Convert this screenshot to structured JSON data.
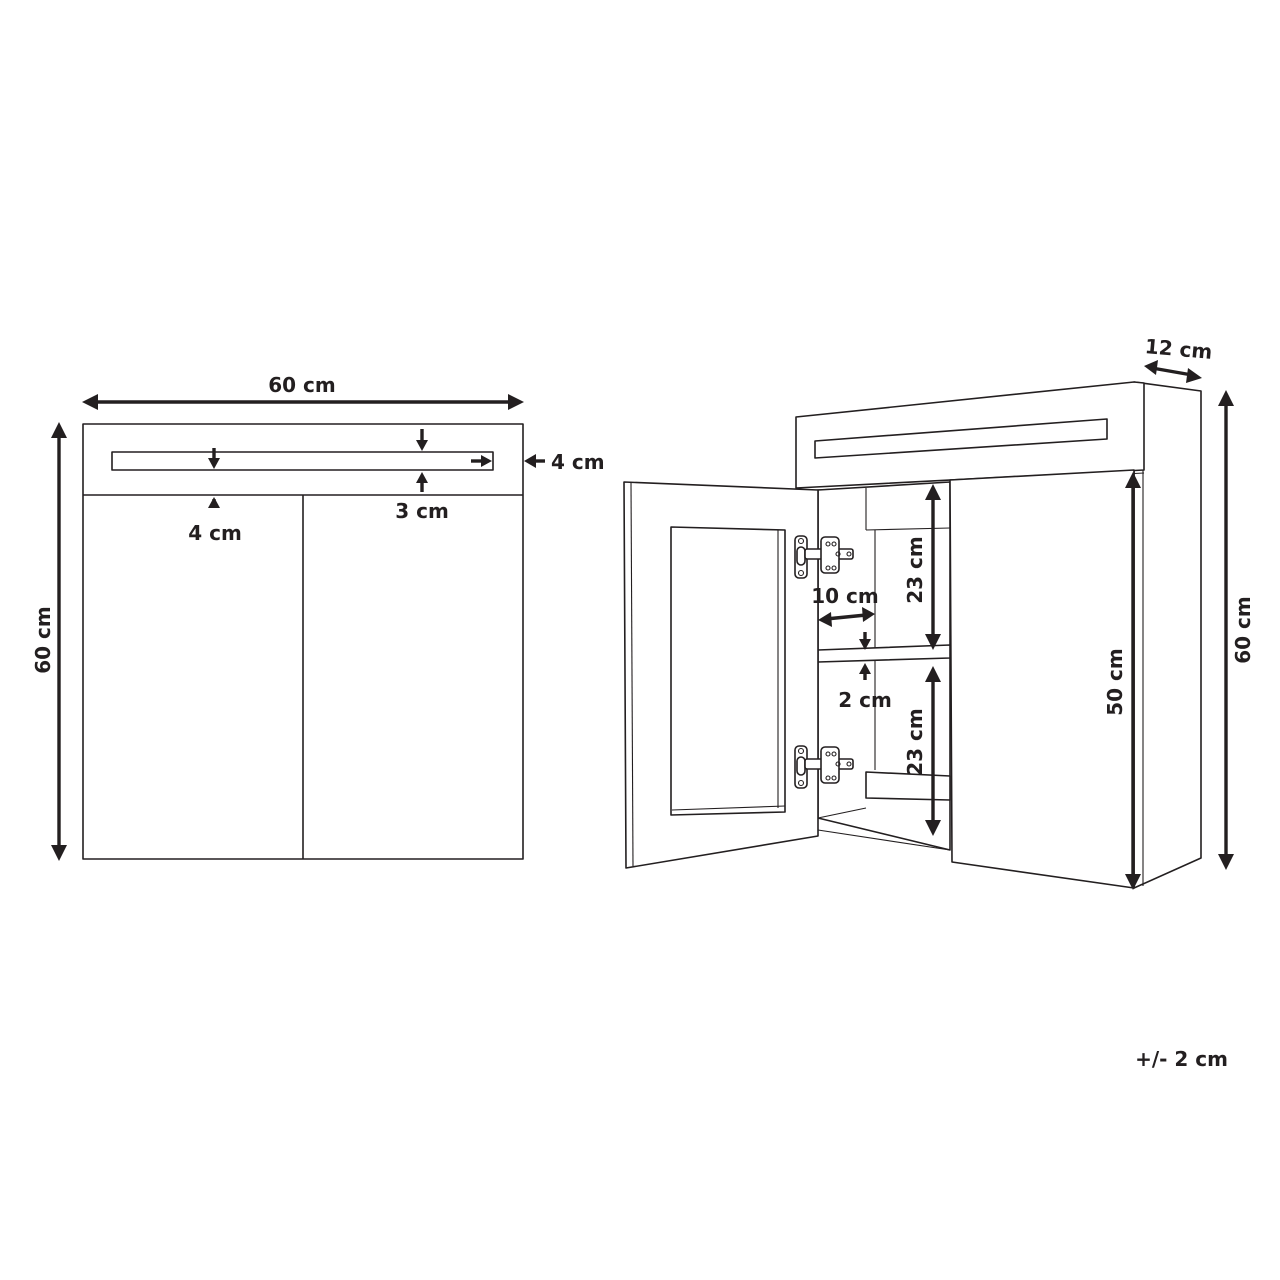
{
  "front_view": {
    "width_label": "60 cm",
    "height_label": "60 cm",
    "header_height_label": "4 cm",
    "light_offset_label": "4 cm",
    "light_height_label": "3 cm"
  },
  "perspective_view": {
    "depth_label": "12 cm",
    "total_height_label": "60 cm",
    "door_height_label": "50 cm",
    "upper_shelf_height_label": "23 cm",
    "lower_shelf_height_label": "23 cm",
    "shelf_depth_label": "10 cm",
    "shelf_thickness_label": "2 cm"
  },
  "tolerance_note": "+/- 2 cm",
  "colors": {
    "ink": "#231f20",
    "background": "#ffffff"
  }
}
